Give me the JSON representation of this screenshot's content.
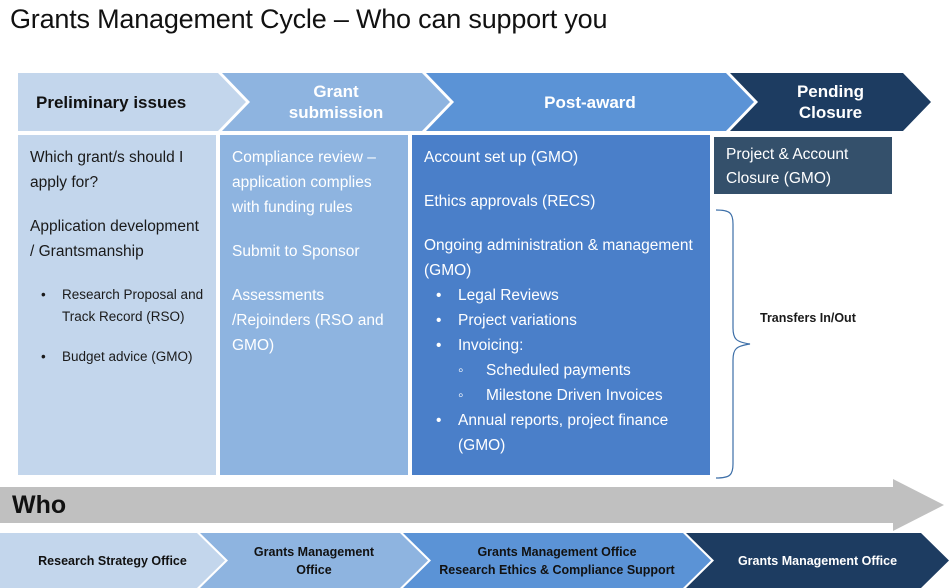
{
  "title": "Grants Management Cycle – Who can support you",
  "stages": [
    {
      "label": "Preliminary issues"
    },
    {
      "label_line1": "Grant",
      "label_line2": "submission"
    },
    {
      "label": "Post-award"
    },
    {
      "label_line1": "Pending",
      "label_line2": "Closure"
    }
  ],
  "columns": {
    "preliminary": {
      "para1": "Which grant/s should I apply for?",
      "para2": "Application development / Grantsmanship",
      "bullets": [
        "Research Proposal and Track Record (RSO)",
        "Budget  advice (GMO)"
      ]
    },
    "submission": {
      "para1": "Compliance review – application complies with funding rules",
      "para2": "Submit to Sponsor",
      "para3": "Assessments /Rejoinders (RSO and GMO)"
    },
    "postaward": {
      "para1": "Account set up (GMO)",
      "para2": "Ethics approvals (RECS)",
      "para3": "Ongoing administration & management (GMO)",
      "bullets": [
        "Legal Reviews",
        "Project variations",
        "Invoicing:"
      ],
      "subbullets": [
        "Scheduled payments",
        "Milestone Driven Invoices"
      ],
      "bullet_last": "Annual reports, project finance (GMO)"
    },
    "closure": {
      "text": "Project & Account Closure (GMO)"
    }
  },
  "transfers_label": "Transfers In/Out",
  "who": {
    "heading": "Who",
    "chevrons": [
      {
        "line1": "Research Strategy Office",
        "line2": ""
      },
      {
        "line1": "Grants Management",
        "line2": "Office"
      },
      {
        "line1": "Grants Management Office",
        "line2": "Research Ethics & Compliance Support"
      },
      {
        "line1": "Grants Management Office",
        "line2": ""
      }
    ]
  },
  "colors": {
    "stage1": "#c3d6ec",
    "stage2": "#8eb4e0",
    "stage3": "#5b93d6",
    "stage3_box": "#4a7fc9",
    "stage4": "#1d3c61",
    "closure_box": "#34506b",
    "who_bar": "#c0c0c0",
    "brace": "#3d6fa8"
  }
}
